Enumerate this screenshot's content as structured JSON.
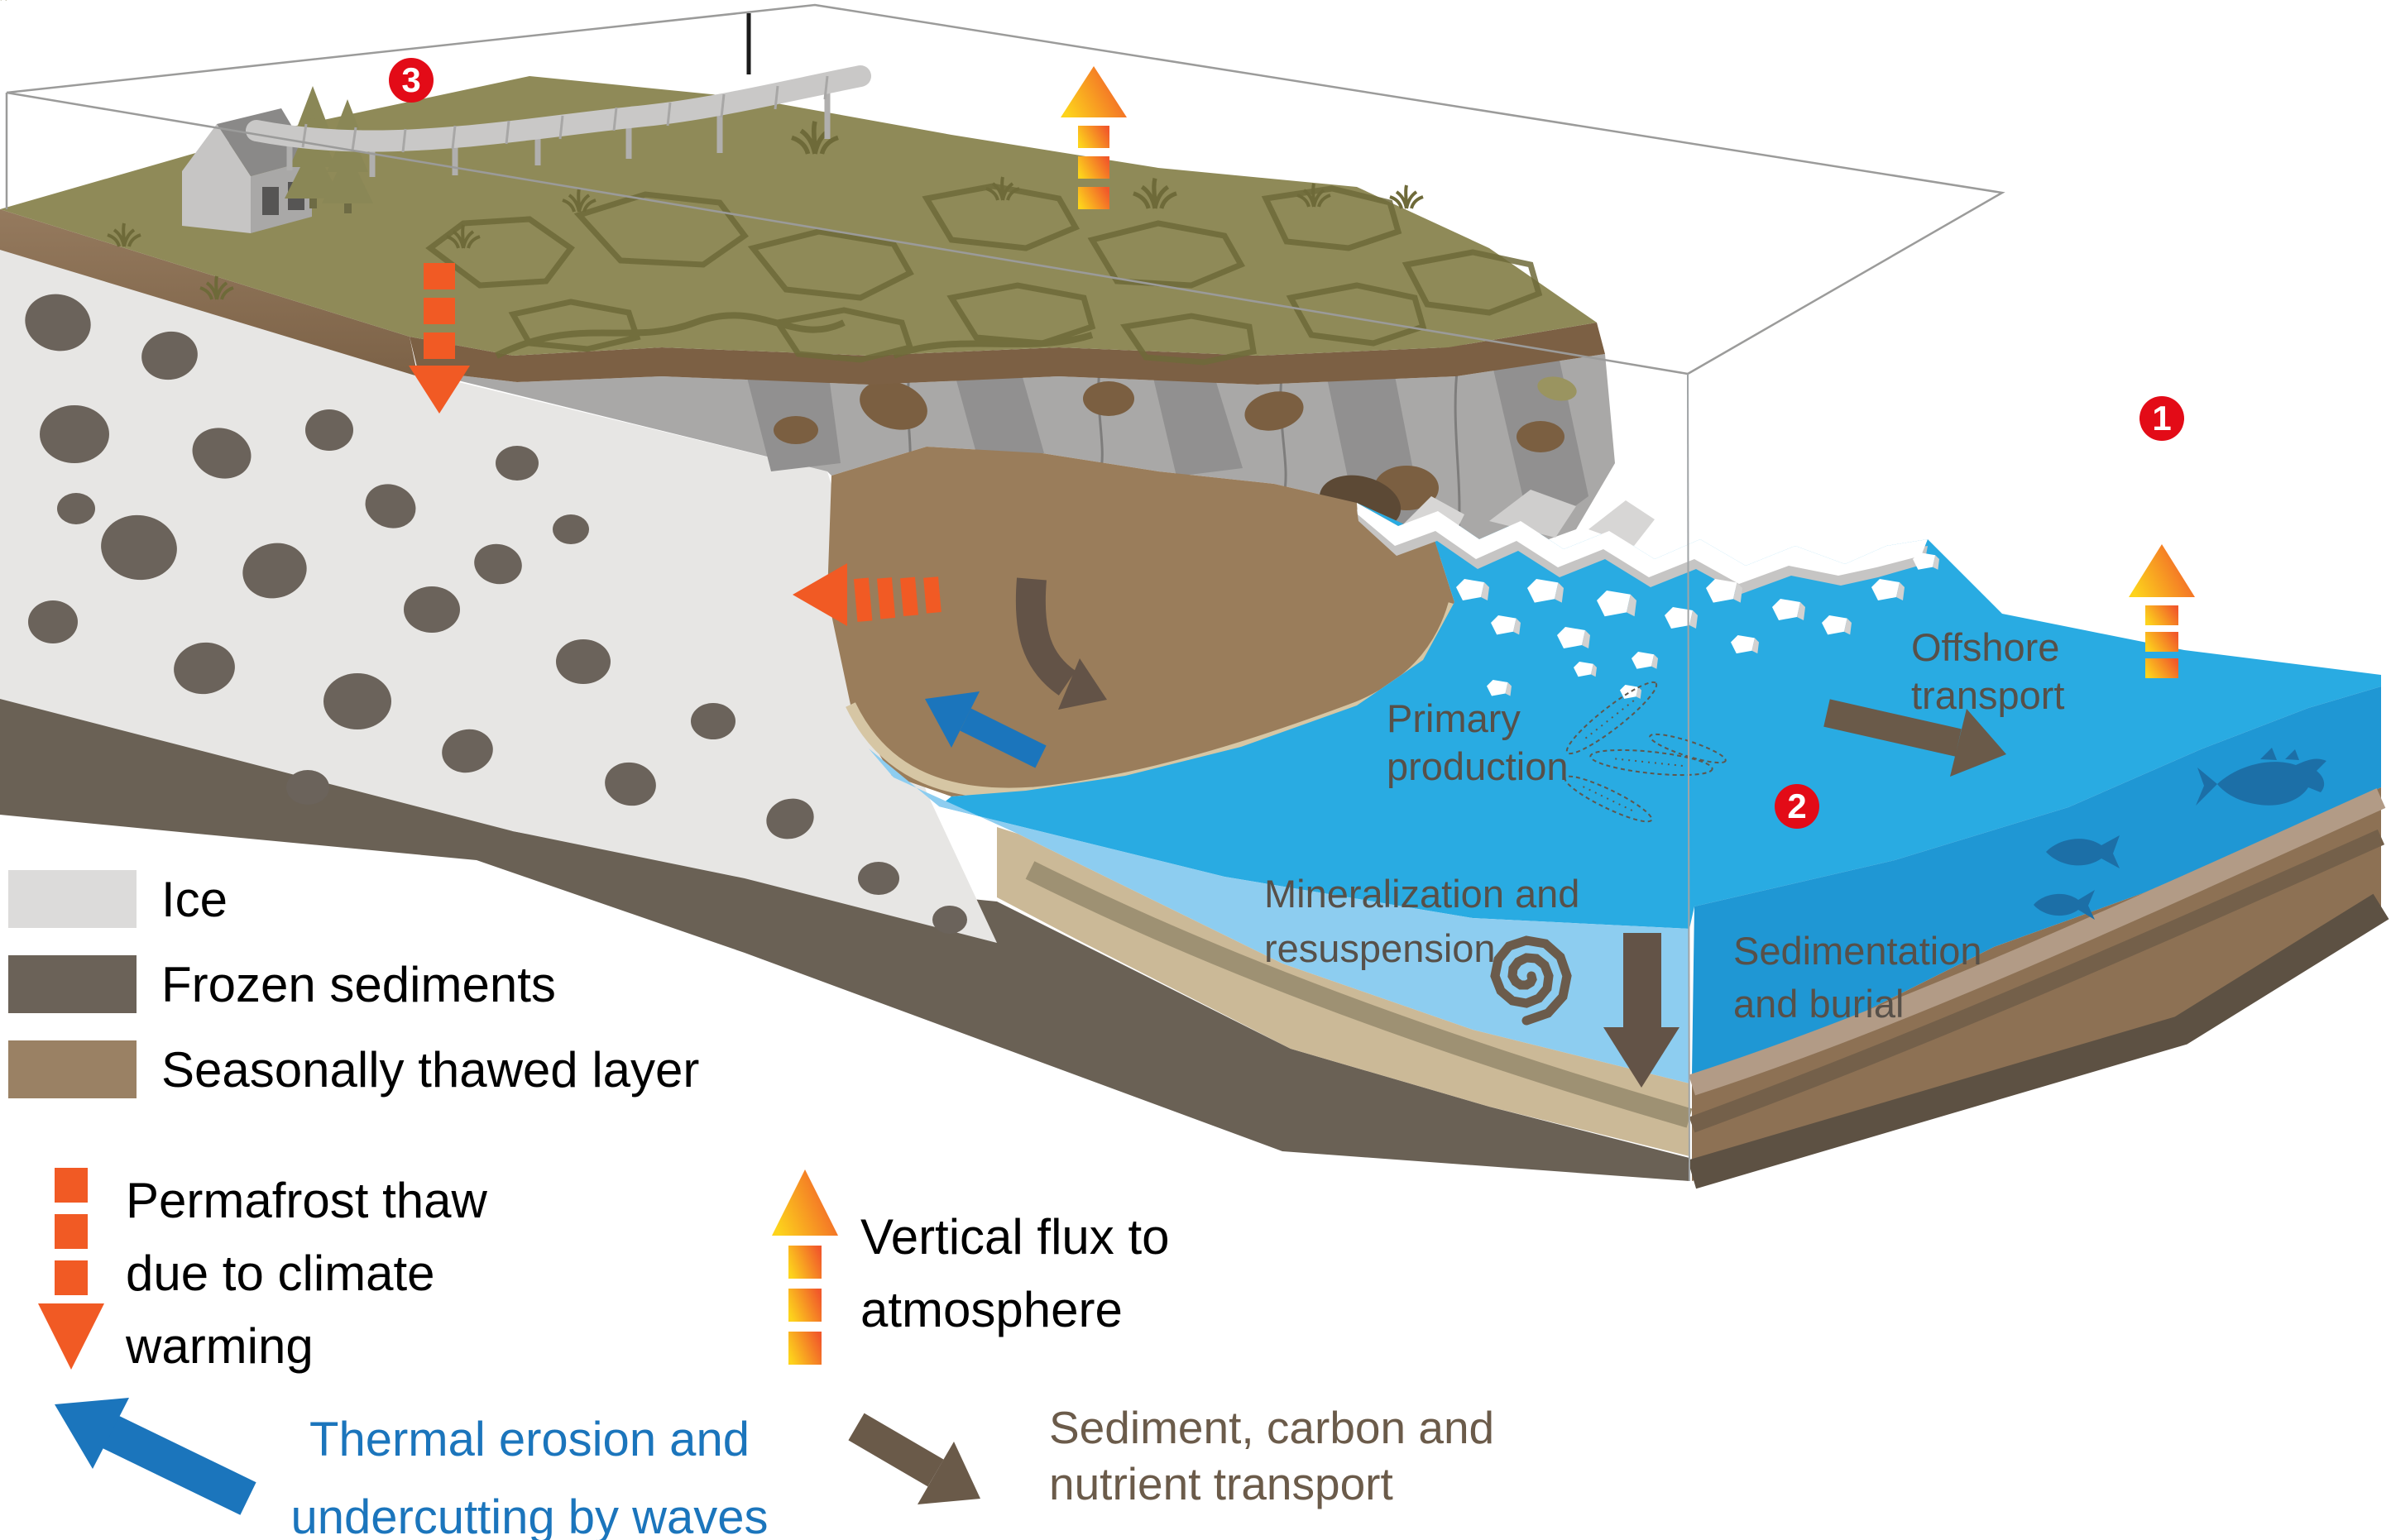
{
  "diagram": {
    "scene_labels": {
      "primary_production": {
        "lines": [
          "Primary",
          "production"
        ]
      },
      "mineralization": {
        "lines": [
          "Mineralization and",
          "resuspension"
        ]
      },
      "sedimentation": {
        "lines": [
          "Sedimentation",
          "and burial"
        ]
      },
      "offshore_transport": {
        "lines": [
          "Offshore",
          "transport"
        ]
      }
    },
    "markers": {
      "m1": "1",
      "m2": "2",
      "m3": "3"
    },
    "legend_swatches": [
      {
        "label": "Ice",
        "color": "#dcdbda"
      },
      {
        "label": "Frozen sediments",
        "color": "#6b6258"
      },
      {
        "label": "Seasonally thawed layer",
        "color": "#9a8164"
      }
    ],
    "legend_flows": [
      {
        "lines": [
          "Permafrost thaw",
          "due to climate",
          "warming"
        ],
        "arrow_color": "#f15a24"
      },
      {
        "lines": [
          "Vertical flux to",
          "atmosphere"
        ],
        "arrow_color_start": "#fdd31c",
        "arrow_color_end": "#f1592a"
      },
      {
        "lines": [
          "Thermal erosion and",
          "undercutting by waves"
        ],
        "arrow_color": "#1b75bc",
        "text_color": "#1b75bc"
      },
      {
        "lines": [
          "Sediment, carbon and",
          "nutrient transport"
        ],
        "arrow_color": "#6a5a49",
        "text_color": "#6b5b4a"
      }
    ],
    "colors": {
      "water_surface": "#29abe2",
      "water_nearshore_face": "#8dcdf0",
      "water_offshore_face": "#1f97d4",
      "ice_face": "#e7e6e4",
      "frozen_sediments": "#6a6155",
      "seasonally_thawed": "#8a6e50",
      "tundra": "#8f8a58",
      "cliff": "#a9a8a7",
      "beach": "#9a7d5b",
      "marker_red": "#e30b17",
      "scene_label_text": "#575049",
      "orange_arrow": "#f15a24",
      "blue_arrow": "#1b75bc",
      "brown_arrow": "#6a5a49"
    }
  }
}
